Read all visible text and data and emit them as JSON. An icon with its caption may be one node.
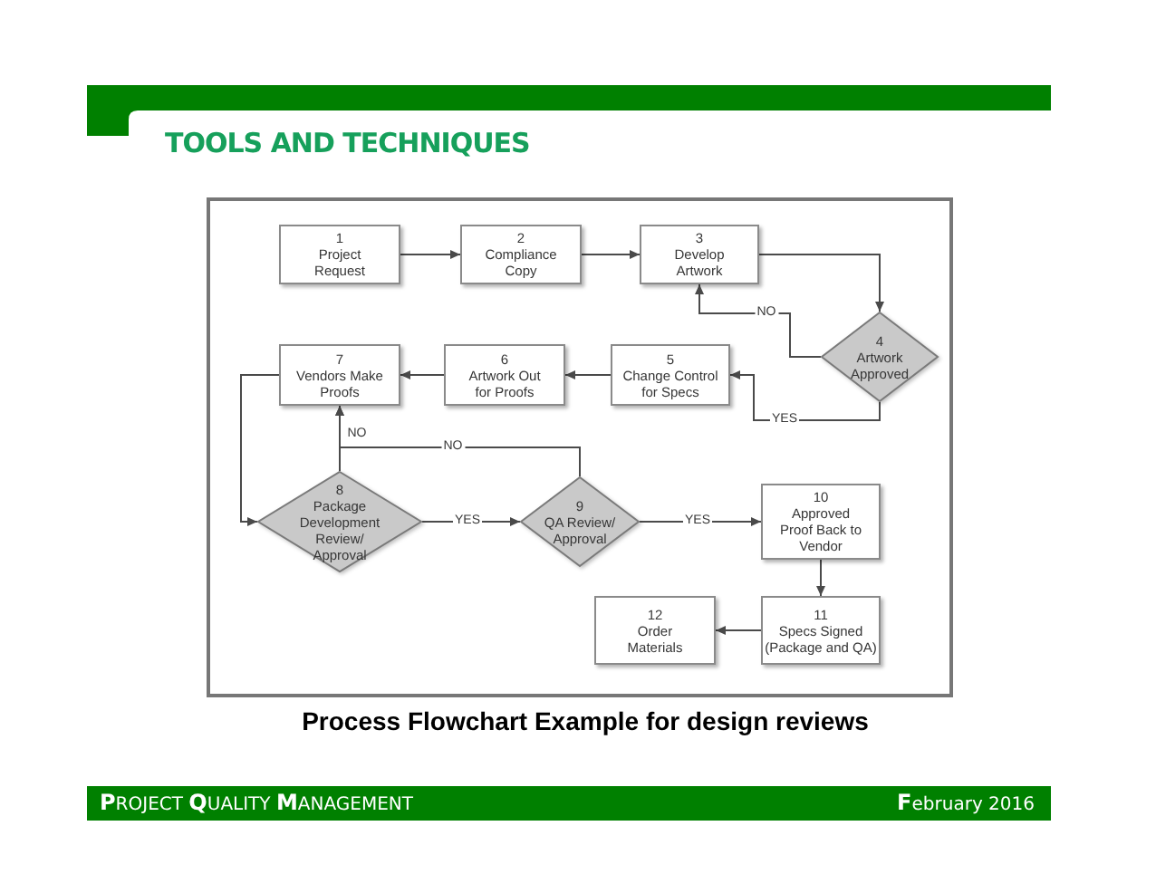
{
  "diagram": {
    "title": "TOOLS AND TECHNIQUES",
    "caption": "Process Flowchart Example for design reviews",
    "nodes": [
      {
        "text": [
          "1",
          "Project Request"
        ]
      },
      {
        "text": [
          "2",
          "Compliance Copy"
        ]
      },
      {
        "text": [
          "3",
          "Develop Artwork"
        ]
      },
      {
        "text": [
          "4",
          "Artwork Approved"
        ]
      },
      {
        "text": [
          "5",
          "Change Control for Specs"
        ]
      },
      {
        "text": [
          "6",
          "Artwork Out for Proofs"
        ]
      },
      {
        "text": [
          "7",
          "Vendors Make Proofs"
        ]
      },
      {
        "text": [
          "8",
          "Package Development Review/ Approval"
        ]
      },
      {
        "text": [
          "9",
          "QA Review/ Approval"
        ]
      },
      {
        "text": [
          "10",
          "Approved Proof Back to Vendor"
        ]
      },
      {
        "text": [
          "11",
          "Specs Signed (Package and QA)"
        ]
      },
      {
        "text": [
          "12",
          "Order Materials"
        ]
      }
    ],
    "edges": [
      {
        "from": 0,
        "to": 1,
        "arrow": "to"
      },
      {
        "from": 1,
        "to": 2,
        "arrow": "to"
      },
      {
        "from": 2,
        "to": 3,
        "arrow": "to"
      },
      {
        "from": 3,
        "to": 2,
        "arrow": "to",
        "label": "NO"
      },
      {
        "from": 3,
        "to": 4,
        "arrow": "to",
        "label": "YES"
      },
      {
        "from": 4,
        "to": 5,
        "arrow": "to"
      },
      {
        "from": 5,
        "to": 6,
        "arrow": "to"
      },
      {
        "from": 6,
        "to": 7,
        "arrow": "to"
      },
      {
        "from": 7,
        "to": 6,
        "arrow": "to",
        "label": "NO"
      },
      {
        "from": 8,
        "to": 6,
        "arrow": "to",
        "label": "NO"
      },
      {
        "from": 7,
        "to": 8,
        "arrow": "to",
        "label": "YES"
      },
      {
        "from": 8,
        "to": 9,
        "arrow": "to",
        "label": "YES"
      },
      {
        "from": 9,
        "to": 10,
        "arrow": "to"
      },
      {
        "from": 10,
        "to": 11,
        "arrow": "to"
      }
    ],
    "labels": [
      "PROJECT QUALITY MANAGEMENT",
      "February 2016"
    ]
  }
}
